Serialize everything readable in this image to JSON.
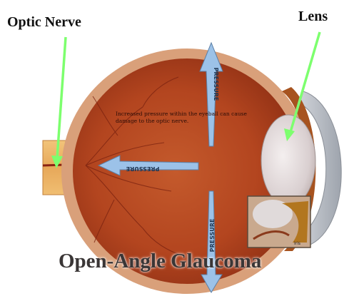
{
  "labels": {
    "optic_nerve": "Optic Nerve",
    "lens": "Lens"
  },
  "title": "Open-Angle Glaucoma",
  "note": "Increased pressure within the eyeball can cause damage to the optic nerve.",
  "pressure_label": "PRESSURE",
  "inset_label": "Iris",
  "colors": {
    "pointer_arrow": "#7dff6e",
    "pressure_arrow": "#9cc2e8",
    "eye_interior": "#b3451f",
    "sclera": "#d9a07a"
  }
}
